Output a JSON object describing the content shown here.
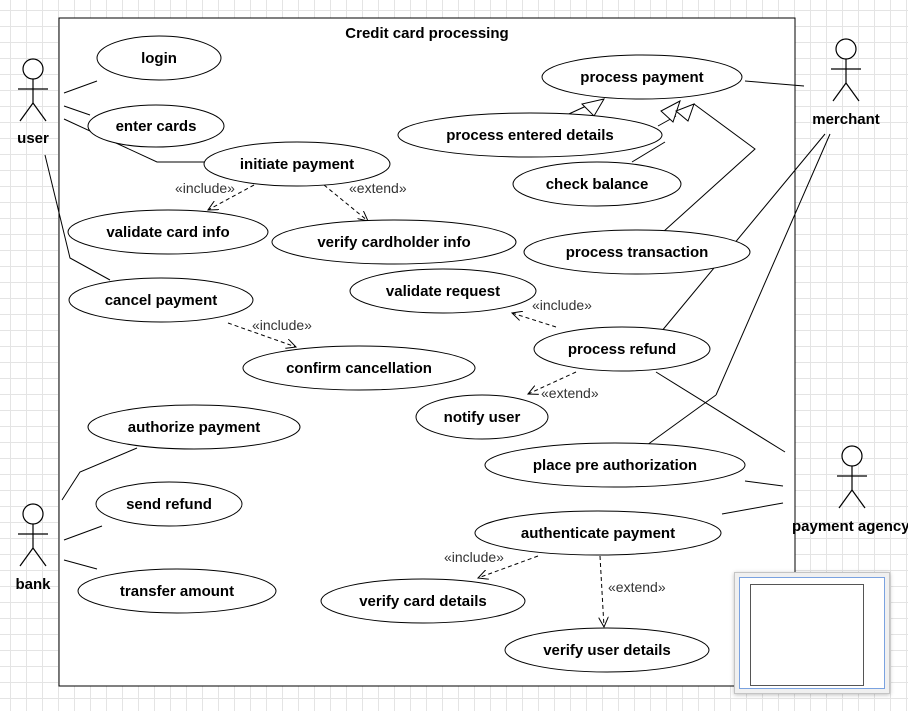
{
  "diagram": {
    "title": "Credit card processing",
    "actors": {
      "user": "user",
      "bank": "bank",
      "merchant": "merchant",
      "payment_agency": "payment agency"
    },
    "use_cases": {
      "login": "login",
      "enter_cards": "enter cards",
      "initiate_payment": "initiate payment",
      "validate_card_info": "validate card info",
      "verify_cardholder_info": "verify cardholder info",
      "cancel_payment": "cancel payment",
      "confirm_cancellation": "confirm cancellation",
      "process_payment": "process payment",
      "process_entered_details": "process entered details",
      "check_balance": "check balance",
      "process_transaction": "process transaction",
      "validate_request": "validate request",
      "process_refund": "process refund",
      "notify_user": "notify user",
      "authorize_payment": "authorize payment",
      "send_refund": "send refund",
      "transfer_amount": "transfer amount",
      "place_pre_authorization": "place pre authorization",
      "authenticate_payment": "authenticate payment",
      "verify_card_details": "verify card details",
      "verify_user_details": "verify user details"
    },
    "stereotypes": {
      "include": "«include»",
      "extend": "«extend»"
    }
  }
}
